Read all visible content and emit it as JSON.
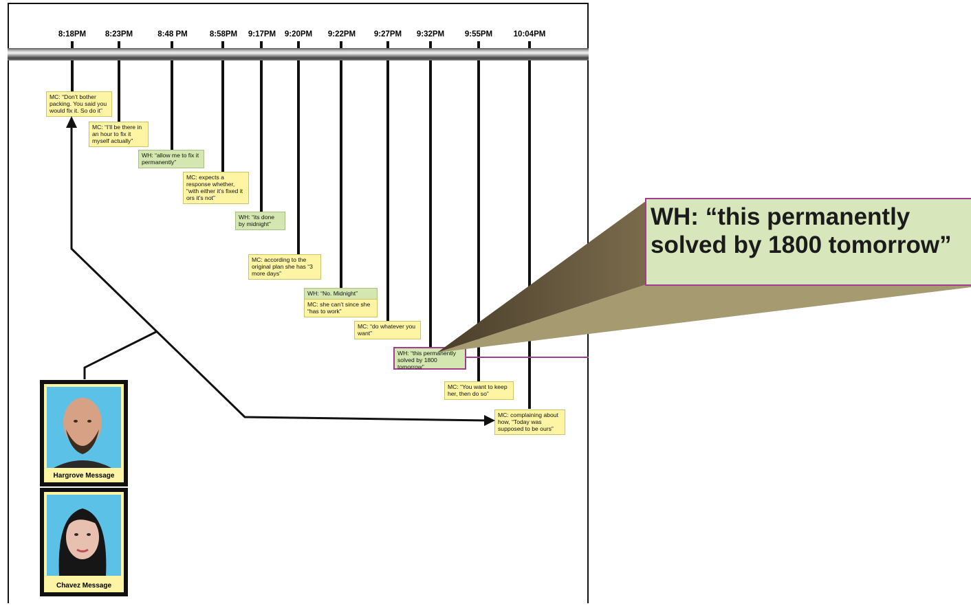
{
  "times": [
    "8:18PM",
    "8:23PM",
    "8:48 PM",
    "8:58PM",
    "9:17PM",
    "9:20PM",
    "9:22PM",
    "9:27PM",
    "9:32PM",
    "9:55PM",
    "10:04PM"
  ],
  "notes": [
    "MC: “Don’t bother packing. You said you would fix it. So do it”",
    "MC: “I’ll be there in an hour to fix it myself  actually”",
    "WH: “allow me to fix it permanently”",
    "MC: expects a response whether, “with either it’s fixed it ors it’s not”",
    "WH: “its done by midnight”",
    "MC: according to the original plan she has “3 more days”",
    "WH: “No. Midnight”",
    "MC: she can’t since she “has to work”",
    "MC: “do whatever you want”",
    "WH: “this permanently solved by 1800 tomorrow”",
    "MC: “You want to keep her,  then do so”",
    "MC: complaining about how, “Today was supposed to be ours”"
  ],
  "callout": "WH: “this permanently solved by 1800 tomorrow”",
  "people": {
    "hargrove": "Hargrove Message",
    "chavez": "Chavez Message"
  },
  "colors": {
    "mc_note": "#fdf4a4",
    "wh_note": "#d4e7b1",
    "highlight": "#a03d8e",
    "callout_wedge": "#5a4b33"
  }
}
